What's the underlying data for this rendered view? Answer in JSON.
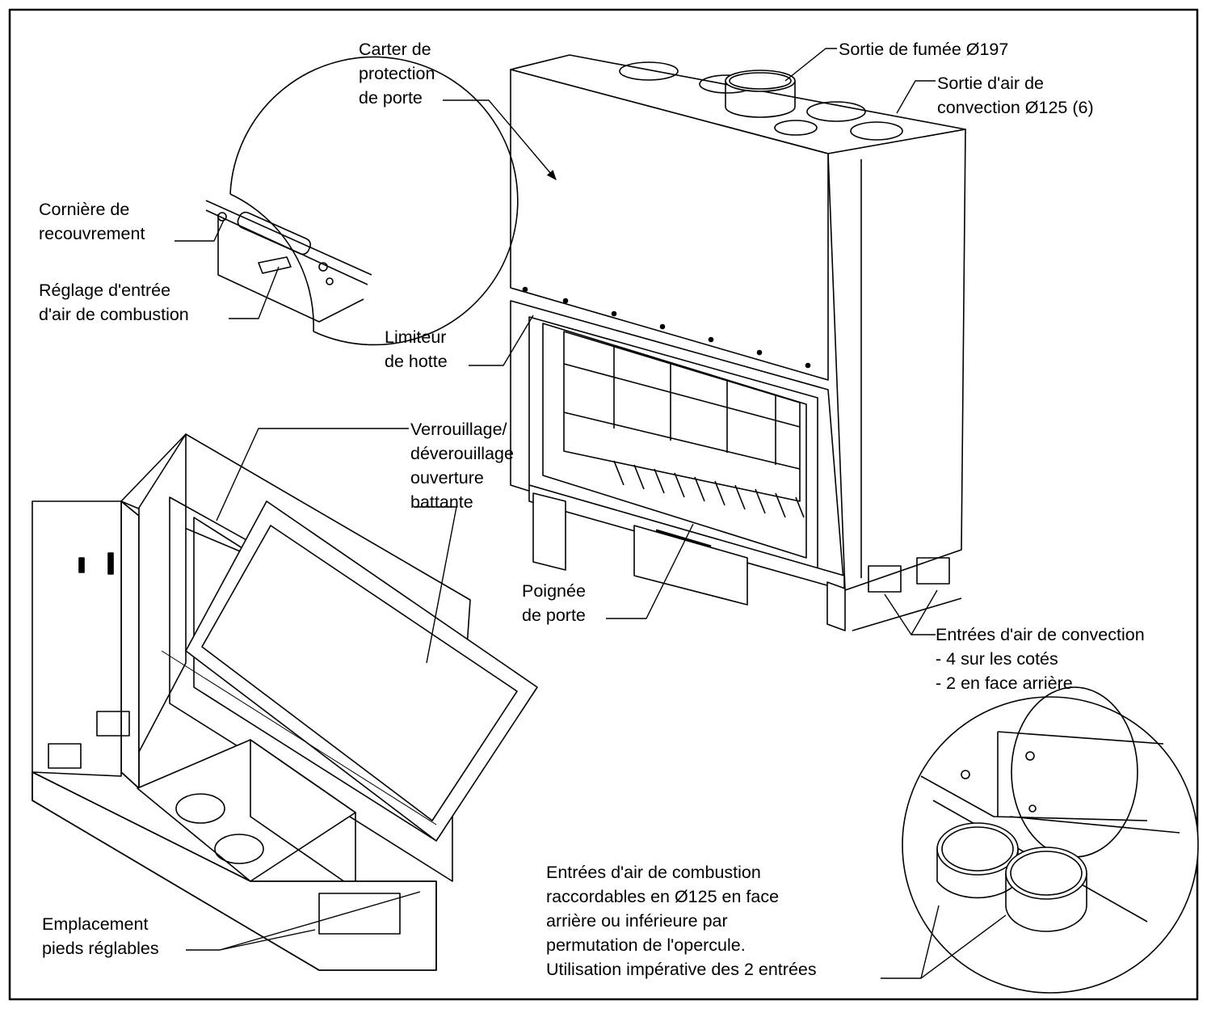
{
  "labels": {
    "carter": [
      "Carter de",
      "protection",
      "de porte"
    ],
    "sortie_fumee": "Sortie de fumée Ø197",
    "sortie_air": [
      "Sortie d'air de",
      "convection Ø125 (6)"
    ],
    "corniere": [
      "Cornière de",
      "recouvrement"
    ],
    "reglage": [
      "Réglage d'entrée",
      "d'air de combustion"
    ],
    "limiteur": [
      "Limiteur",
      "de hotte"
    ],
    "verrouillage": [
      "Verrouillage/",
      "déverouillage",
      "ouverture",
      "battante"
    ],
    "poignee": [
      "Poignée",
      "de porte"
    ],
    "entrees_convection": [
      "Entrées d'air de convection",
      "- 4 sur les cotés",
      "- 2 en face arrière"
    ],
    "entrees_combustion": [
      "Entrées d'air de combustion",
      "raccordables en Ø125 en face",
      "arrière ou inférieure par",
      "permutation de l'opercule.",
      "Utilisation impérative des 2 entrées"
    ],
    "pieds": [
      "Emplacement",
      "pieds réglables"
    ]
  }
}
